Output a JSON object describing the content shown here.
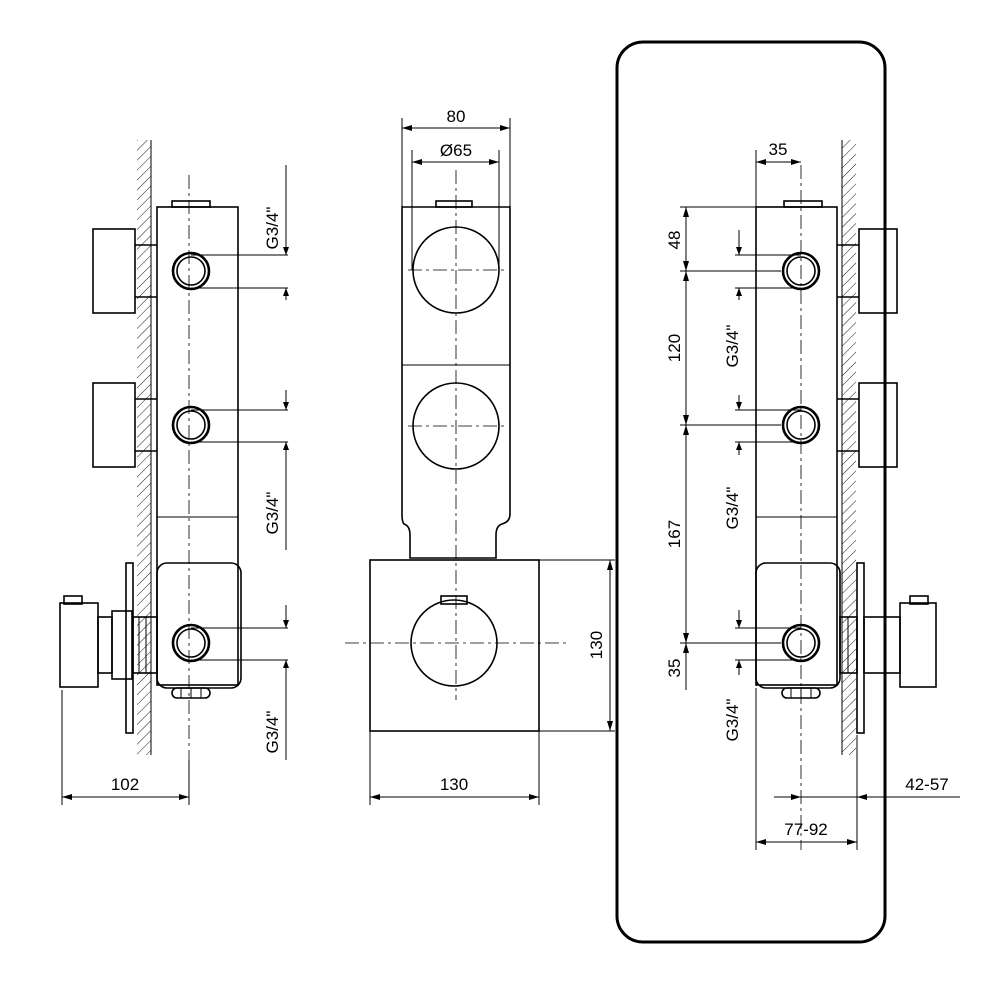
{
  "left_view": {
    "thread_top": "G3/4\"",
    "thread_mid": "G3/4\"",
    "thread_bot": "G3/4\"",
    "dim_depth": "102"
  },
  "front_view": {
    "dim_width_top": "80",
    "dim_diameter": "Ø65",
    "dim_plate_height": "130",
    "dim_plate_width": "130"
  },
  "right_view": {
    "dim_offset_top": "35",
    "dim_48": "48",
    "dim_120": "120",
    "dim_167": "167",
    "dim_35": "35",
    "thread_a": "G3/4\"",
    "thread_b": "G3/4\"",
    "thread_c": "G3/4\"",
    "dim_range_a": "42-57",
    "dim_range_b": "77-92"
  }
}
